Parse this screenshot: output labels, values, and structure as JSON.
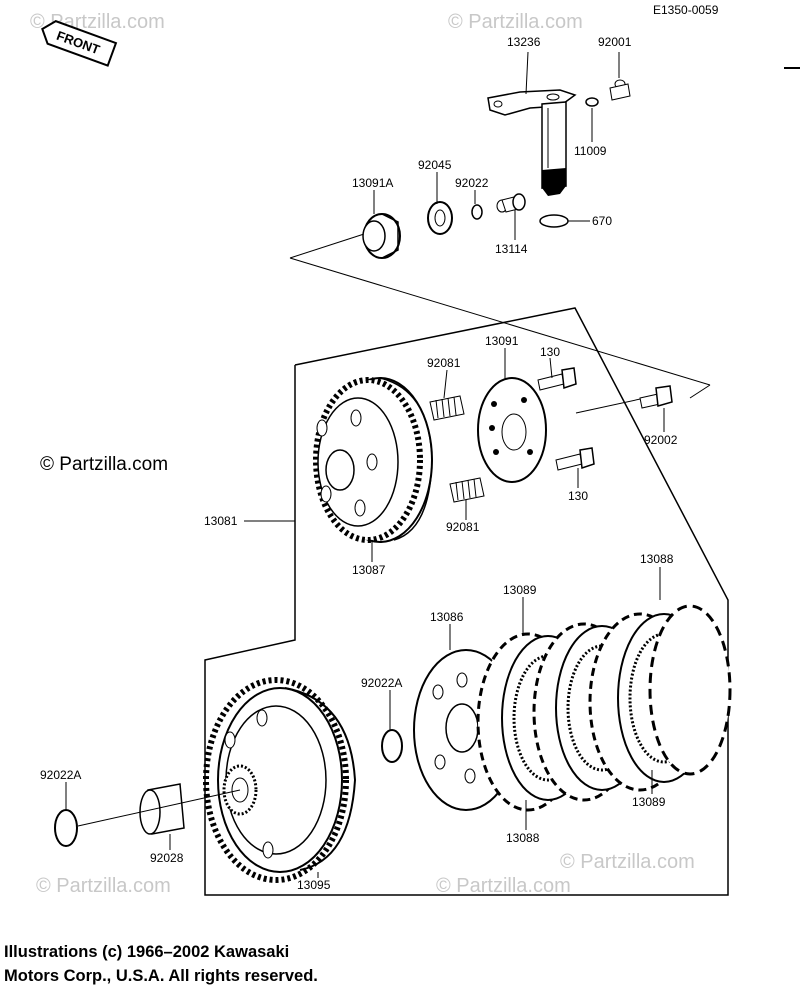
{
  "diagram_code": "E1350-0059",
  "front_label": "FRONT",
  "watermarks": [
    "© Partzilla.com",
    "© Partzilla.com",
    "© Partzilla.com",
    "© Partzilla.com",
    "© Partzilla.com",
    "© Partzilla.com"
  ],
  "parts": {
    "p13236": "13236",
    "p92001": "92001",
    "p11009": "11009",
    "p670": "670",
    "p13091A": "13091A",
    "p92045": "92045",
    "p92022": "92022",
    "p13114": "13114",
    "p92081_top": "92081",
    "p13091": "13091",
    "p130_top": "130",
    "p92002": "92002",
    "p130_bot": "130",
    "p92081_bot": "92081",
    "p13081": "13081",
    "p13087": "13087",
    "p13088_top": "13088",
    "p13089_top": "13089",
    "p13086": "13086",
    "p92022A_mid": "92022A",
    "p92022A_left": "92022A",
    "p92028": "92028",
    "p13095": "13095",
    "p13088_bot": "13088",
    "p13089_bot": "13089"
  },
  "copyright": {
    "line1": "Illustrations (c) 1966–2002 Kawasaki",
    "line2": "Motors Corp., U.S.A.  All rights reserved."
  }
}
